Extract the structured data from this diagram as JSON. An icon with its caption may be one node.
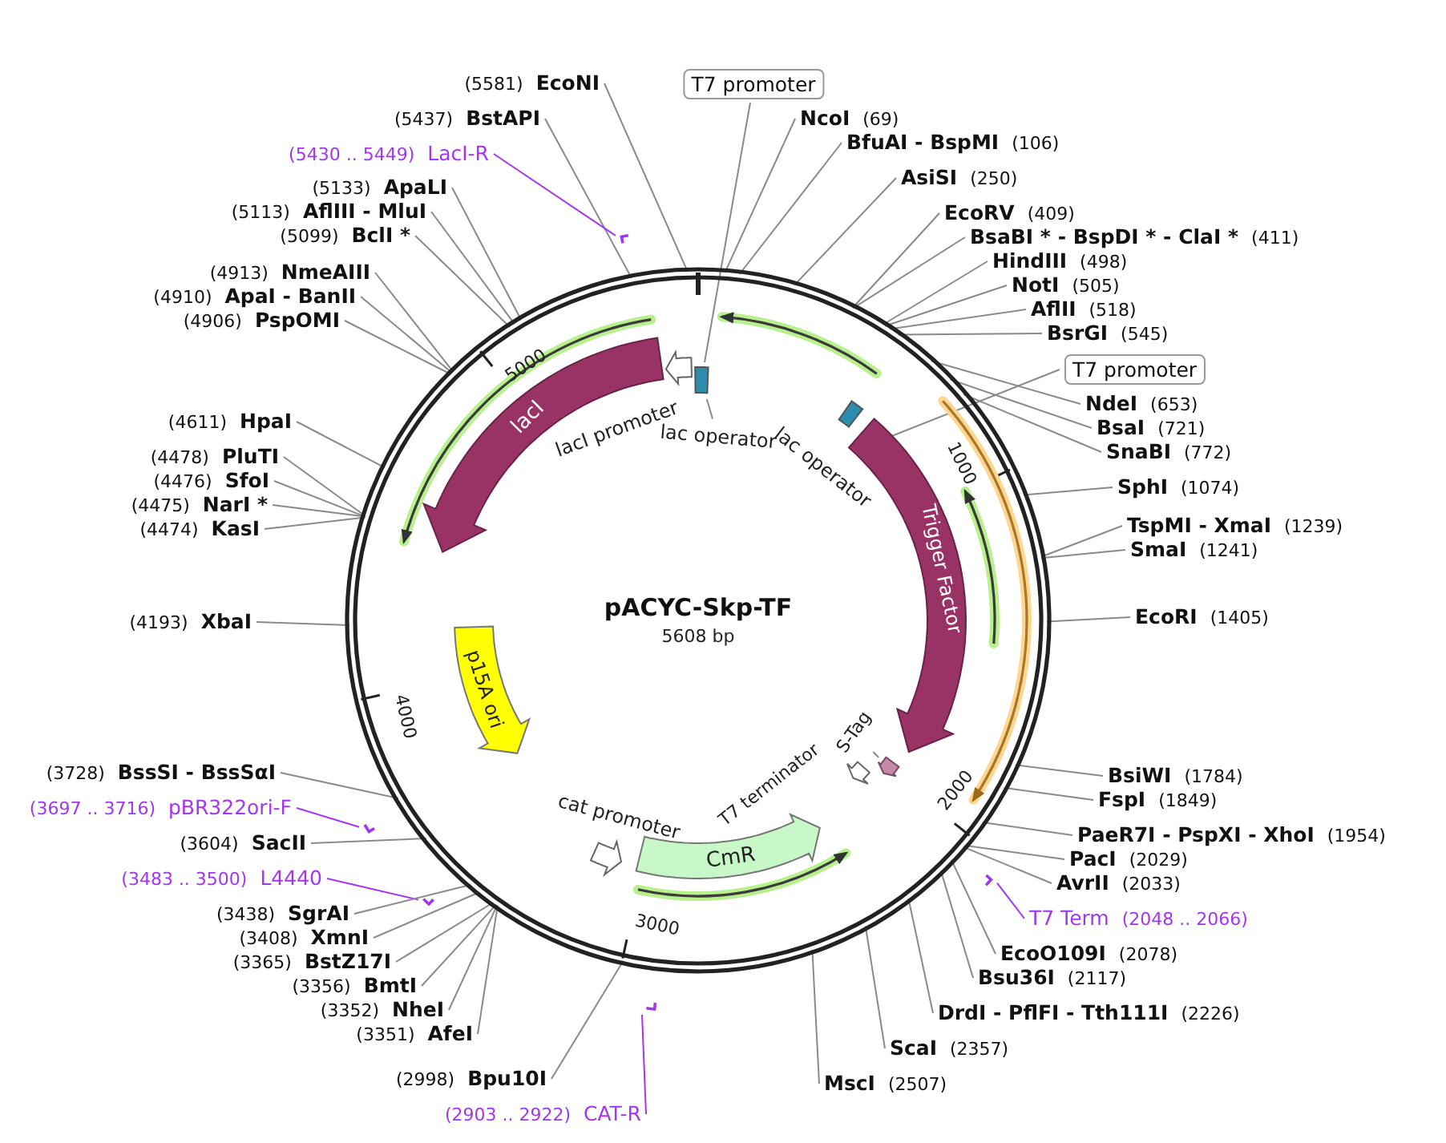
{
  "diagram": {
    "title": "pACYC-Skp-TF",
    "nodes": [
      {
        "text": [
          "T7 promoter"
        ]
      },
      {
        "text": [
          "EcoNI"
        ],
        "beside": [
          "(5581)"
        ]
      },
      {
        "text": [
          "NcoI"
        ],
        "beside": [
          "(69)"
        ]
      },
      {
        "text": [
          "BstAPI"
        ],
        "beside": [
          "(5437)"
        ]
      },
      {
        "text": [
          "BfuAI - BspMI"
        ],
        "beside": [
          "(106)"
        ]
      },
      {
        "text": [
          "LacI-R"
        ],
        "beside": [
          "(5430 .. 5449)"
        ]
      },
      {
        "text": [
          "AsiSI"
        ],
        "beside": [
          "(250)"
        ]
      },
      {
        "text": [
          "ApaLI"
        ],
        "beside": [
          "(5133)"
        ]
      },
      {
        "text": [
          "AflIII - MluI"
        ],
        "beside": [
          "(5113)"
        ]
      },
      {
        "text": [
          "EcoRV"
        ],
        "beside": [
          "(409)"
        ]
      },
      {
        "text": [
          "BclI *"
        ],
        "beside": [
          "(5099)"
        ]
      },
      {
        "text": [
          "BsaBI * - BspDI * - ClaI *"
        ],
        "beside": [
          "(411)"
        ]
      },
      {
        "text": [
          "HindIII"
        ],
        "beside": [
          "(498)"
        ]
      },
      {
        "text": [
          "NmeAIII"
        ],
        "beside": [
          "(4913)"
        ]
      },
      {
        "text": [
          "NotI"
        ],
        "beside": [
          "(505)"
        ]
      },
      {
        "text": [
          "ApaI - BanII"
        ],
        "beside": [
          "(4910)"
        ]
      },
      {
        "text": [
          "AflII"
        ],
        "beside": [
          "(518)"
        ]
      },
      {
        "text": [
          "PspOMI"
        ],
        "beside": [
          "(4906)"
        ]
      },
      {
        "text": [
          "BsrGI"
        ],
        "beside": [
          "(545)"
        ]
      },
      {
        "text": [
          "T7 promoter"
        ]
      },
      {
        "text": [
          "NdeI"
        ],
        "beside": [
          "(653)"
        ]
      },
      {
        "text": [
          "BsaI"
        ],
        "beside": [
          "(721)"
        ]
      },
      {
        "text": [
          "HpaI"
        ],
        "beside": [
          "(4611)"
        ]
      },
      {
        "text": [
          "SnaBI"
        ],
        "beside": [
          "(772)"
        ]
      },
      {
        "text": [
          "PluTI"
        ],
        "beside": [
          "(4478)"
        ]
      },
      {
        "text": [
          "SfoI"
        ],
        "beside": [
          "(4476)"
        ]
      },
      {
        "text": [
          "SphI"
        ],
        "beside": [
          "(1074)"
        ]
      },
      {
        "text": [
          "NarI *"
        ],
        "beside": [
          "(4475)"
        ]
      },
      {
        "text": [
          "TspMI - XmaI"
        ],
        "beside": [
          "(1239)"
        ]
      },
      {
        "text": [
          "KasI"
        ],
        "beside": [
          "(4474)"
        ]
      },
      {
        "text": [
          "SmaI"
        ],
        "beside": [
          "(1241)"
        ]
      },
      {
        "text": [
          "EcoRI"
        ],
        "beside": [
          "(1405)"
        ]
      },
      {
        "text": [
          "XbaI"
        ],
        "beside": [
          "(4193)"
        ]
      },
      {
        "text": [
          "BssSI - BssSαI"
        ],
        "beside": [
          "(3728)"
        ]
      },
      {
        "text": [
          "BsiWI"
        ],
        "beside": [
          "(1784)"
        ]
      },
      {
        "text": [
          "FspI"
        ],
        "beside": [
          "(1849)"
        ]
      },
      {
        "text": [
          "pBR322ori-F"
        ],
        "beside": [
          "(3697 .. 3716)"
        ]
      },
      {
        "text": [
          "PaeR7I - PspXI - XhoI"
        ],
        "beside": [
          "(1954)"
        ]
      },
      {
        "text": [
          "SacII"
        ],
        "beside": [
          "(3604)"
        ]
      },
      {
        "text": [
          "PacI"
        ],
        "beside": [
          "(2029)"
        ]
      },
      {
        "text": [
          "L4440"
        ],
        "beside": [
          "(3483 .. 3500)"
        ]
      },
      {
        "text": [
          "AvrII"
        ],
        "beside": [
          "(2033)"
        ]
      },
      {
        "text": [
          "SgrAI"
        ],
        "beside": [
          "(3438)"
        ]
      },
      {
        "text": [
          "T7 Term"
        ],
        "beside": [
          "(2048 .. 2066)"
        ]
      },
      {
        "text": [
          "XmnI"
        ],
        "beside": [
          "(3408)"
        ]
      },
      {
        "text": [
          "EcoO109I"
        ],
        "beside": [
          "(2078)"
        ]
      },
      {
        "text": [
          "BstZ17I"
        ],
        "beside": [
          "(3365)"
        ]
      },
      {
        "text": [
          "Bsu36I"
        ],
        "beside": [
          "(2117)"
        ]
      },
      {
        "text": [
          "BmtI"
        ],
        "beside": [
          "(3356)"
        ]
      },
      {
        "text": [
          "NheI"
        ],
        "beside": [
          "(3352)"
        ]
      },
      {
        "text": [
          "DrdI - PflFI - Tth111I"
        ],
        "beside": [
          "(2226)"
        ]
      },
      {
        "text": [
          "AfeI"
        ],
        "beside": [
          "(3351)"
        ]
      },
      {
        "text": [
          "ScaI"
        ],
        "beside": [
          "(2357)"
        ]
      },
      {
        "text": [
          "Bpu10I"
        ],
        "beside": [
          "(2998)"
        ]
      },
      {
        "text": [
          "MscI"
        ],
        "beside": [
          "(2507)"
        ]
      },
      {
        "text": [
          "CAT-R"
        ],
        "beside": [
          "(2903 .. 2922)"
        ]
      },
      {
        "text": [
          "lacI promoter"
        ]
      },
      {
        "text": [],
        "shape": "box"
      },
      {
        "text": [
          "lac operator"
        ]
      },
      {
        "text": [
          "lacI"
        ]
      },
      {
        "text": [
          "lac operator"
        ]
      },
      {
        "text": [
          "Trigger Factor"
        ]
      },
      {
        "text": [
          "p15A ori"
        ]
      },
      {
        "text": [
          "S-Tag"
        ]
      },
      {
        "text": [],
        "shape": "arrow"
      },
      {
        "text": [
          "T7 terminator"
        ]
      },
      {
        "text": [
          "cat promoter"
        ]
      },
      {
        "text": [
          "CmR"
        ]
      },
      {
        "text": [],
        "shape": "bar"
      },
      {
        "text": [],
        "shape": "bar"
      },
      {
        "text": [],
        "shape": "bar"
      },
      {
        "text": [],
        "shape": "bar"
      },
      {
        "text": [],
        "shape": "bar"
      }
    ],
    "edges": [
      {
        "from": 0,
        "to": 57,
        "arrow": "none"
      },
      {
        "from": 1,
        "to": null,
        "arrow": "none"
      },
      {
        "from": 2,
        "to": null,
        "arrow": "none"
      },
      {
        "from": 3,
        "to": null,
        "arrow": "none"
      },
      {
        "from": 4,
        "to": null,
        "arrow": "none"
      },
      {
        "from": 5,
        "to": 68,
        "arrow": "none",
        "color": "#a435f0"
      },
      {
        "from": 6,
        "to": null,
        "arrow": "none"
      },
      {
        "from": 7,
        "to": null,
        "arrow": "none"
      },
      {
        "from": 8,
        "to": null,
        "arrow": "none"
      },
      {
        "from": 9,
        "to": null,
        "arrow": "none"
      },
      {
        "from": 10,
        "to": null,
        "arrow": "none"
      },
      {
        "from": 11,
        "to": null,
        "arrow": "none"
      },
      {
        "from": 12,
        "to": null,
        "arrow": "none"
      },
      {
        "from": 13,
        "to": null,
        "arrow": "none"
      },
      {
        "from": 14,
        "to": null,
        "arrow": "none"
      },
      {
        "from": 15,
        "to": null,
        "arrow": "none"
      },
      {
        "from": 16,
        "to": null,
        "arrow": "none"
      },
      {
        "from": 17,
        "to": null,
        "arrow": "none"
      },
      {
        "from": 18,
        "to": null,
        "arrow": "none"
      },
      {
        "from": 19,
        "to": 60,
        "arrow": "none"
      },
      {
        "from": 20,
        "to": null,
        "arrow": "none"
      },
      {
        "from": 21,
        "to": null,
        "arrow": "none"
      },
      {
        "from": 22,
        "to": null,
        "arrow": "none"
      },
      {
        "from": 23,
        "to": null,
        "arrow": "none"
      },
      {
        "from": 24,
        "to": null,
        "arrow": "none"
      },
      {
        "from": 25,
        "to": null,
        "arrow": "none"
      },
      {
        "from": 26,
        "to": null,
        "arrow": "none"
      },
      {
        "from": 27,
        "to": null,
        "arrow": "none"
      },
      {
        "from": 28,
        "to": null,
        "arrow": "none"
      },
      {
        "from": 29,
        "to": null,
        "arrow": "none"
      },
      {
        "from": 30,
        "to": null,
        "arrow": "none"
      },
      {
        "from": 31,
        "to": null,
        "arrow": "none"
      },
      {
        "from": 32,
        "to": null,
        "arrow": "none"
      },
      {
        "from": 33,
        "to": null,
        "arrow": "none"
      },
      {
        "from": 34,
        "to": null,
        "arrow": "none"
      },
      {
        "from": 35,
        "to": null,
        "arrow": "none"
      },
      {
        "from": 36,
        "to": 69,
        "arrow": "none",
        "color": "#a435f0"
      },
      {
        "from": 37,
        "to": null,
        "arrow": "none"
      },
      {
        "from": 38,
        "to": null,
        "arrow": "none"
      },
      {
        "from": 39,
        "to": null,
        "arrow": "none"
      },
      {
        "from": 40,
        "to": 70,
        "arrow": "none",
        "color": "#a435f0"
      },
      {
        "from": 41,
        "to": null,
        "arrow": "none"
      },
      {
        "from": 42,
        "to": null,
        "arrow": "none"
      },
      {
        "from": 43,
        "to": 71,
        "arrow": "none",
        "color": "#a435f0"
      },
      {
        "from": 44,
        "to": null,
        "arrow": "none"
      },
      {
        "from": 45,
        "to": null,
        "arrow": "none"
      },
      {
        "from": 46,
        "to": null,
        "arrow": "none"
      },
      {
        "from": 47,
        "to": null,
        "arrow": "none"
      },
      {
        "from": 48,
        "to": null,
        "arrow": "none"
      },
      {
        "from": 49,
        "to": null,
        "arrow": "none"
      },
      {
        "from": 50,
        "to": null,
        "arrow": "none"
      },
      {
        "from": 51,
        "to": null,
        "arrow": "none"
      },
      {
        "from": 52,
        "to": null,
        "arrow": "none"
      },
      {
        "from": 53,
        "to": null,
        "arrow": "none"
      },
      {
        "from": 54,
        "to": null,
        "arrow": "none"
      },
      {
        "from": 55,
        "to": 72,
        "arrow": "none",
        "color": "#a435f0"
      },
      {
        "from": 58,
        "to": 57,
        "arrow": "none"
      },
      {
        "from": 63,
        "to": 64,
        "arrow": "none"
      }
    ],
    "labels": [
      "5000",
      "1000",
      "5608 bp",
      "4000",
      "2000",
      "3000"
    ]
  }
}
